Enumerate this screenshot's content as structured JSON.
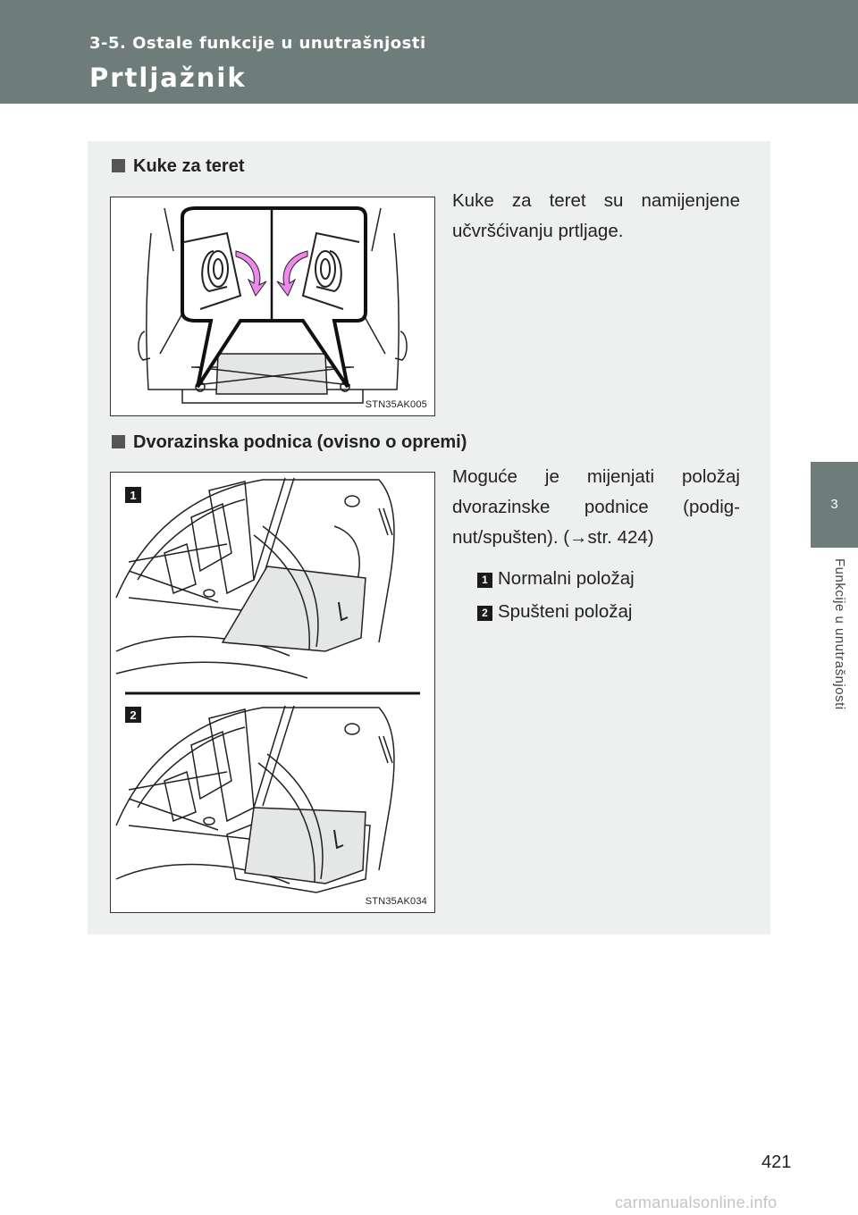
{
  "header": {
    "section": "3-5. Ostale funkcije u unutrašnjosti",
    "title": "Prtljažnik"
  },
  "side_tab": {
    "number": "3",
    "label": "Funkcije u unutrašnjosti"
  },
  "section1": {
    "heading": "Kuke za teret",
    "text": "Kuke za teret su namijenjene učvršćivanju prtljage.",
    "figure_code": "STN35AK005"
  },
  "section2": {
    "heading": "Dvorazinska podnica (ovisno o opremi)",
    "text": "Moguće je mijenjati položaj dvorazinske podnice (podig-nut/spušten). (→str. 424)",
    "items": [
      {
        "badge": "1",
        "label": "Normalni položaj"
      },
      {
        "badge": "2",
        "label": "Spušteni položaj"
      }
    ],
    "figure_code": "STN35AK034"
  },
  "page_number": "421",
  "watermark": "carmanualsonline.info",
  "colors": {
    "header": "#6e7c7a",
    "panel": "#eef0ef",
    "arrow": "#ee88ee"
  }
}
